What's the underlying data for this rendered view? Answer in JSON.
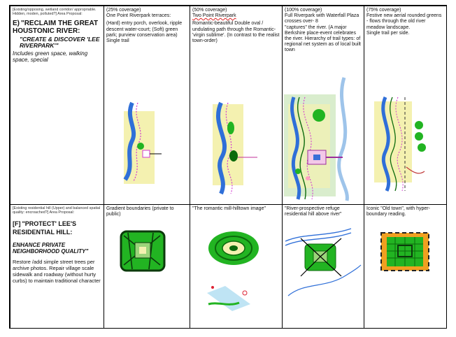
{
  "colors": {
    "river": "#2f6fd8",
    "green": "#22b422",
    "dark_green": "#0c6a0c",
    "pale_yellow": "#f4f1b0",
    "trail": "#d23ad0",
    "path": "#c23c3c",
    "orange": "#f0a020",
    "grey": "#b8b8b8"
  },
  "row1": {
    "intro": {
      "caption": "[Existing/opposing, wetland corridor/ appropriable. Hidden, moden, polluted?] Area Proposal:",
      "heading_prefix": "E)",
      "heading": "\"RECLAIM THE GREAT HOUSTONIC RIVER:",
      "subheading": "\"CREATE & DISCOVER 'LEE RIVERPARK'\"",
      "note": "Includes green space, walking space, special"
    },
    "col1": {
      "coverage": "(25% coverage)",
      "title": "One Point Riverpark terraces:",
      "body": "(Hard) entry porch, overlook, ripple descent water-court; (Soft) green park; purview conservation area) Single trail"
    },
    "col2": {
      "coverage": "(50% coverage)",
      "title": "Two Point Riverpark",
      "body": "Romantic-beautiful Double oval / undulating path through the Romantic- 'virgin sublime'. (In contrast to the realist town-order)"
    },
    "col3": {
      "coverage": "(100% coverage)",
      "title": "Full Riverpark with Waterfall Plaza crosses over- 8",
      "body": "\"captures\" the river. (A major Berkshire place-event celebrates the river. Hierarchy of trail types: of regional net system as of local built town"
    },
    "col4": {
      "coverage": "(75% coverage)",
      "title": "Festive new aerial rounded greens - flows through the old river meadow landscape.",
      "body": "Single trail per side."
    }
  },
  "row2": {
    "intro": {
      "caption": "[Existing residential hill (Upper) and balanced spatial quality: encroached?] Area Proposal:",
      "heading_prefix": "[F]",
      "heading": "\"PROTECT' LEE'S RESIDENTIAL HILL:",
      "subheading": "ENHANCE PRIVATE NEIGHBORHOOD QUALITY\"",
      "note": "Restore /add simple street trees per archive photos. Repair village scale sidewalk and roadway (without hurty curbs) to maintain traditional character"
    },
    "col1": {
      "title": "Gradient boundaries (private to public)"
    },
    "col2": {
      "title": "\"The romantic mill-hilltown image\""
    },
    "col3": {
      "title": "\"River-prospective refuge residential hill above river\""
    },
    "col4": {
      "title": "Iconic \"Old town\", with hyper-boundary reading."
    }
  }
}
